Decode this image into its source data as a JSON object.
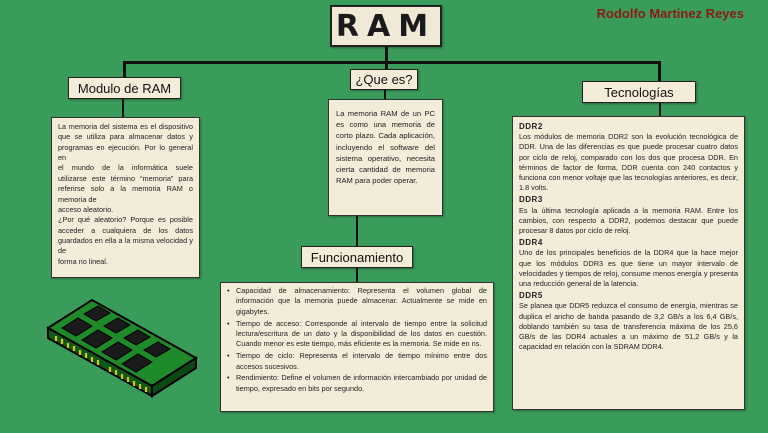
{
  "title": "RAM",
  "author": "Rodolfo Martinez Reyes",
  "colors": {
    "background": "#3a9c5a",
    "box": "#f2ecd8",
    "author": "#8a1a14"
  },
  "nodes": {
    "modulo": {
      "label": "Modulo de RAM",
      "lines": [
        "La memoria del sistema es el dispositivo que se utiliza para almacenar datos y programas en ejecución. Por lo general en",
        "el mundo de la informática suele utilizarse este término “memoria” para referirse solo a la memoria RAM o memoria de",
        "acceso aleatorio.",
        "¿Por qué aleatorio? Porque es posible acceder a cualquiera de los datos guardados en ella a la misma velocidad y de",
        "forma no lineal."
      ]
    },
    "que_es": {
      "label": "¿Que es?",
      "text": "La memoria RAM de un PC es como una memoria de corto plazo. Cada aplicación, incluyendo el software del sistema operativo, necesita cierta cantidad de memoria RAM para poder operar."
    },
    "funcionamiento": {
      "label": "Funcionamiento",
      "items": [
        "Capacidad de almacenamiento: Representa el volumen global de información que la memoria puede almacenar. Actualmente se mide en gigabytes.",
        "Tiempo de acceso: Corresponde al intervalo de tiempo entre la solicitud lectura/escritura de un dato y la disponibilidad de los datos en cuestión. Cuando menor es este tiempo, más eficiente es la memoria. Se mide en ns.",
        "Tiempo de ciclo: Representa el intervalo de tiempo mínimo entre dos accesos sucesivos.",
        "Rendimiento: Define el volumen de información intercambiado por unidad de tiempo, expresado en bits por segundo."
      ]
    },
    "tecnologias": {
      "label": "Tecnologías",
      "sections": [
        {
          "heading": "DDR2",
          "text": "Los módulos de memoria DDR2 son la evolución tecnológica de DDR. Una de las diferencias es que puede procesar cuatro datos por ciclo de reloj, comparado con los dos que procesa DDR. En términos de factor de forma, DDR cuenta con 240 contactos y funciona con menor voltaje que las tecnologías anteriores, es decir, 1.8 volts."
        },
        {
          "heading": "DDR3",
          "text": "Es la última tecnología aplicada a la memoria RAM. Entre los cambios, con respecto a DDR2, podemos destacar que puede procesar 8 datos por ciclo de reloj."
        },
        {
          "heading": "DDR4",
          "text": "Uno de los principales beneficios de la DDR4 que la hace mejor que los módulos DDR3 es que tiene un mayor intervalo de velocidades y tiempos de reloj, consume menos energía y presenta una reducción general de la latencia."
        },
        {
          "heading": "DDR5",
          "text": "Se planea que DDR5 reduzca el consumo de energía, mientras se duplica el ancho de banda pasando de 3,2 GB/s a los 6,4 GB/s, doblando también su tasa de transferencia máxima de los 25,6 GB/s de las DDR4 actuales a un máximo de 51,2 GB/s y la capacidad en relación con la SDRAM DDR4."
        }
      ]
    }
  },
  "image": {
    "icon": "ram-module-icon"
  }
}
